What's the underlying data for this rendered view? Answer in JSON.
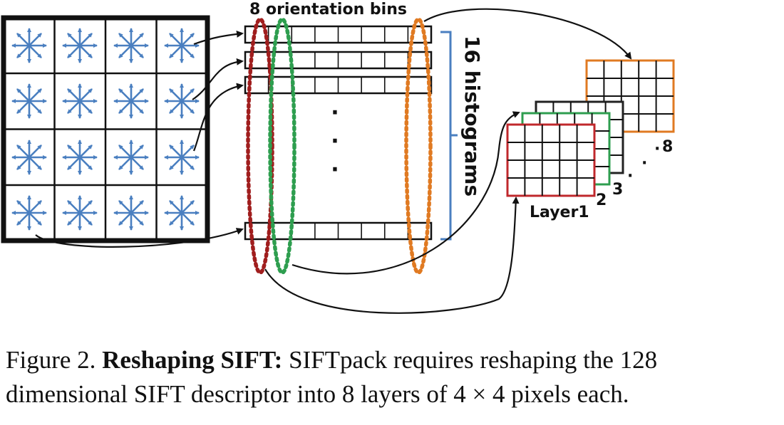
{
  "diagram": {
    "bins_label": "8 orientation bins",
    "histograms_label": "16 histograms",
    "ellipsis_dots": "·",
    "layer_labels": [
      "Layer1",
      "2",
      "3",
      "8"
    ],
    "grid_layer_colors": {
      "layer1": "#c0282c",
      "layer2": "#2e9e4f",
      "layer3": "#222222",
      "layer8": "#e07a22"
    },
    "bin_ellipse_colors": [
      "#a01e1e",
      "#2e9e4f",
      "#e07a22"
    ],
    "gradient_color": "#4a7fc0",
    "bracket_color": "#4a7fc0",
    "icons": [
      "gradient-star-icon",
      "arrow-icon"
    ]
  },
  "caption": {
    "figure_label": "Figure 2.",
    "title": "Reshaping SIFT:",
    "text": "SIFTpack requires reshaping the 128 dimensional SIFT descriptor into 8 layers of 4 × 4 pixels each."
  }
}
